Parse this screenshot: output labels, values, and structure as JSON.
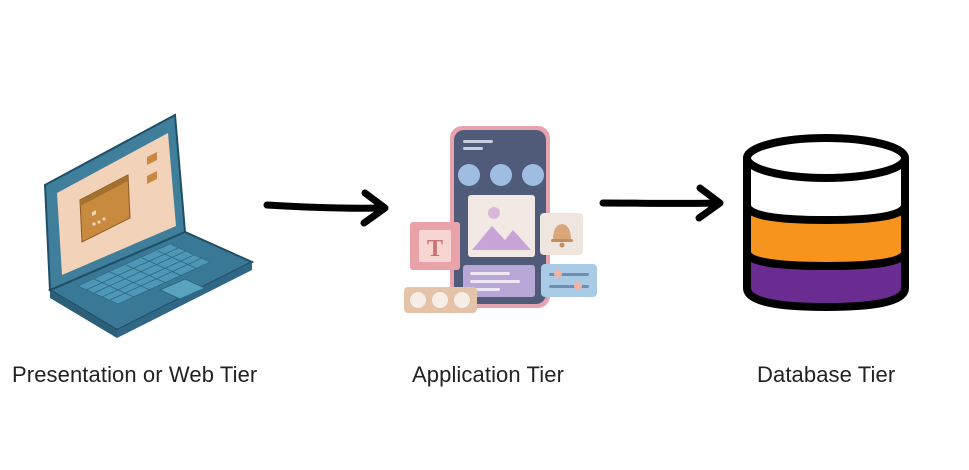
{
  "diagram": {
    "tiers": [
      {
        "label": "Presentation or Web Tier",
        "icon": "laptop-icon"
      },
      {
        "label": "Application Tier",
        "icon": "phone-app-icon"
      },
      {
        "label": "Database Tier",
        "icon": "database-icon"
      }
    ],
    "connectors": [
      {
        "from": "Presentation or Web Tier",
        "to": "Application Tier",
        "style": "arrow"
      },
      {
        "from": "Application Tier",
        "to": "Database Tier",
        "style": "arrow"
      }
    ],
    "colors": {
      "laptop_body": "#3f7f9c",
      "laptop_screen": "#f2d2b8",
      "phone_body": "#4f5b78",
      "phone_frame": "#e8a3b0",
      "db_top": "#ffffff",
      "db_middle": "#f7941d",
      "db_bottom": "#6a2c91",
      "outline": "#000000"
    }
  }
}
